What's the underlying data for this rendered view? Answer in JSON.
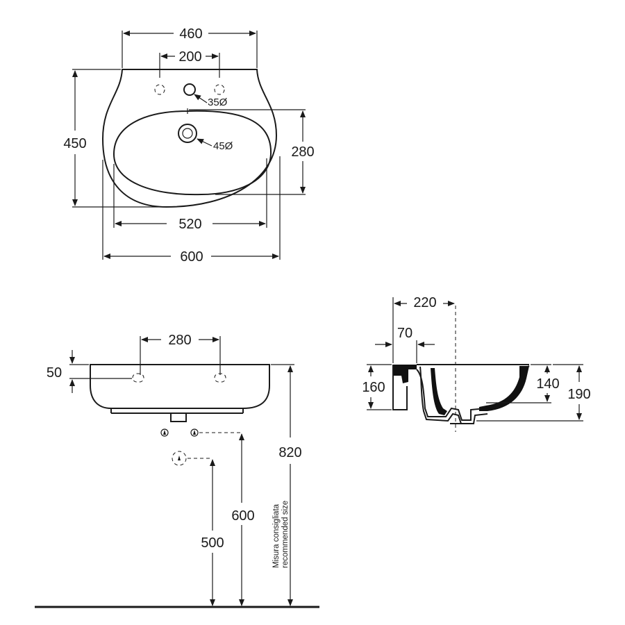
{
  "top_view": {
    "overall_width": "460",
    "tap_spacing": "200",
    "tap_hole_diameter": "35Ø",
    "depth": "450",
    "drain_diameter": "45Ø",
    "bowl_depth": "280",
    "bowl_width": "520",
    "total_width": "600"
  },
  "front_view": {
    "fixing_spacing": "280",
    "fixing_height": "50",
    "rim_height": "820",
    "supply_height": "600",
    "waste_height": "500",
    "recommended_label_line1": "Misura consigliata",
    "recommended_label_line2": "recommended size"
  },
  "side_view": {
    "overall_depth": "220",
    "wall_offset": "70",
    "back_height": "160",
    "bowl_height": "140",
    "total_height": "190"
  }
}
